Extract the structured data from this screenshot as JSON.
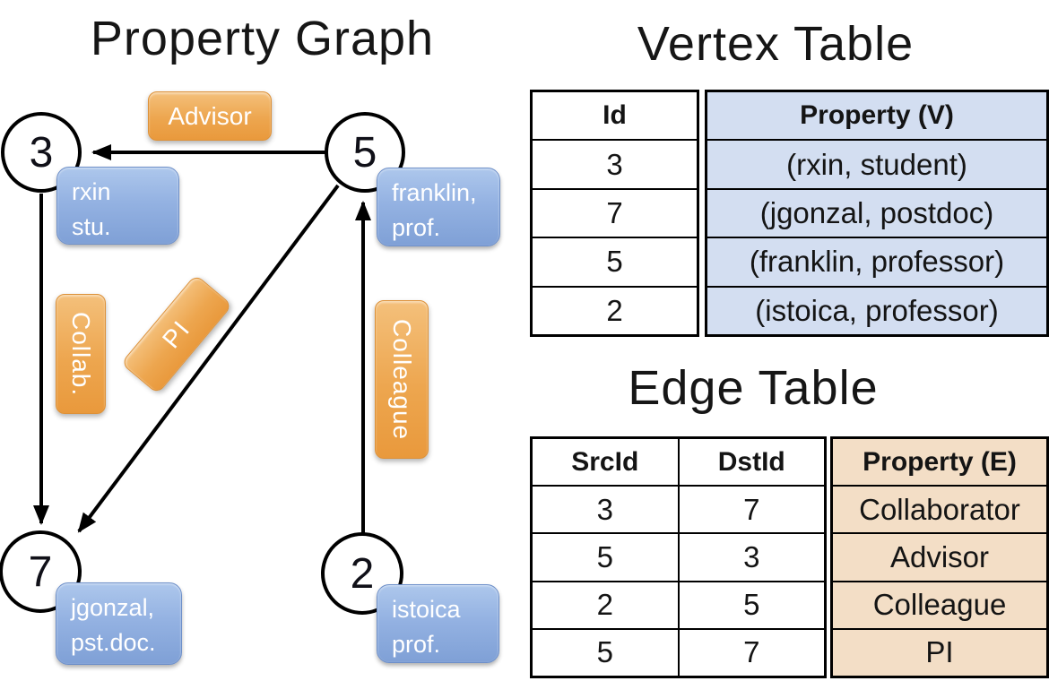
{
  "graph": {
    "title": "Property Graph",
    "nodes": [
      {
        "id": "3",
        "property_lines": [
          "rxin",
          "stu."
        ]
      },
      {
        "id": "5",
        "property_lines": [
          "franklin,",
          "prof."
        ]
      },
      {
        "id": "7",
        "property_lines": [
          "jgonzal,",
          "pst.doc."
        ]
      },
      {
        "id": "2",
        "property_lines": [
          "istoica",
          "prof."
        ]
      }
    ],
    "edges": [
      {
        "src": "5",
        "dst": "3",
        "label": "Advisor"
      },
      {
        "src": "3",
        "dst": "7",
        "label": "Collab."
      },
      {
        "src": "5",
        "dst": "7",
        "label": "PI"
      },
      {
        "src": "2",
        "dst": "5",
        "label": "Colleague"
      }
    ]
  },
  "vertex_table": {
    "title": "Vertex Table",
    "columns": {
      "id": "Id",
      "property": "Property (V)"
    },
    "rows": [
      {
        "id": "3",
        "property": "(rxin, student)"
      },
      {
        "id": "7",
        "property": "(jgonzal, postdoc)"
      },
      {
        "id": "5",
        "property": "(franklin, professor)"
      },
      {
        "id": "2",
        "property": "(istoica, professor)"
      }
    ]
  },
  "edge_table": {
    "title": "Edge Table",
    "columns": {
      "src": "SrcId",
      "dst": "DstId",
      "property": "Property (E)"
    },
    "rows": [
      {
        "src": "3",
        "dst": "7",
        "property": "Collaborator"
      },
      {
        "src": "5",
        "dst": "3",
        "property": "Advisor"
      },
      {
        "src": "2",
        "dst": "5",
        "property": "Colleague"
      },
      {
        "src": "5",
        "dst": "7",
        "property": "PI"
      }
    ]
  },
  "colors": {
    "vertex_cell_bg": "#d3def1",
    "edge_cell_bg": "#f3dec6",
    "node_box_blue": "#8fade0",
    "edge_label_orange": "#eda64f"
  }
}
